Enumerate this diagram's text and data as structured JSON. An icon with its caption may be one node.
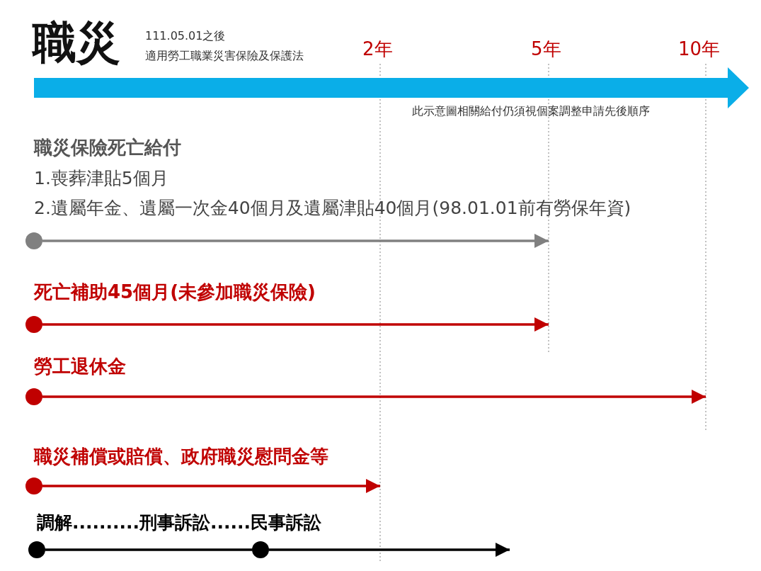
{
  "diagram": {
    "title": "職災",
    "nodes": [
      {
        "text": [],
        "shape": "circle"
      },
      {
        "text": [],
        "shape": "circle"
      },
      {
        "text": [],
        "shape": "circle"
      },
      {
        "text": [],
        "shape": "circle"
      },
      {
        "text": [],
        "shape": "circle"
      },
      {
        "text": [],
        "shape": "circle"
      }
    ],
    "edges": [
      {
        "from": 0,
        "to": null,
        "arrow": "to",
        "color": "#808080"
      },
      {
        "from": 1,
        "to": null,
        "arrow": "to"
      },
      {
        "from": 2,
        "to": null,
        "arrow": "to"
      },
      {
        "from": 3,
        "to": null,
        "arrow": "to"
      },
      {
        "from": 4,
        "to": 5,
        "arrow": "none",
        "color": "#000000"
      },
      {
        "from": 5,
        "to": null,
        "arrow": "to",
        "color": "#000000"
      }
    ],
    "labels": [
      "111.05.01之後",
      "適用勞工職業災害保險及保護法",
      "2年",
      "5年",
      "10年",
      "此示意圖相關給付仍須視個案調整申請先後順序",
      "職災保險死亡給付",
      "1.喪葬津貼5個月",
      "2.遺屬年金、遺屬一次金40個月及遺屬津貼40個月(98.01.01前有勞保年資)",
      "死亡補助45個月(未參加職災保險)",
      "勞工退休金",
      "職災補償或賠償、政府職災慰問金等",
      "調解..........刑事訴訟......民事訴訟"
    ]
  }
}
